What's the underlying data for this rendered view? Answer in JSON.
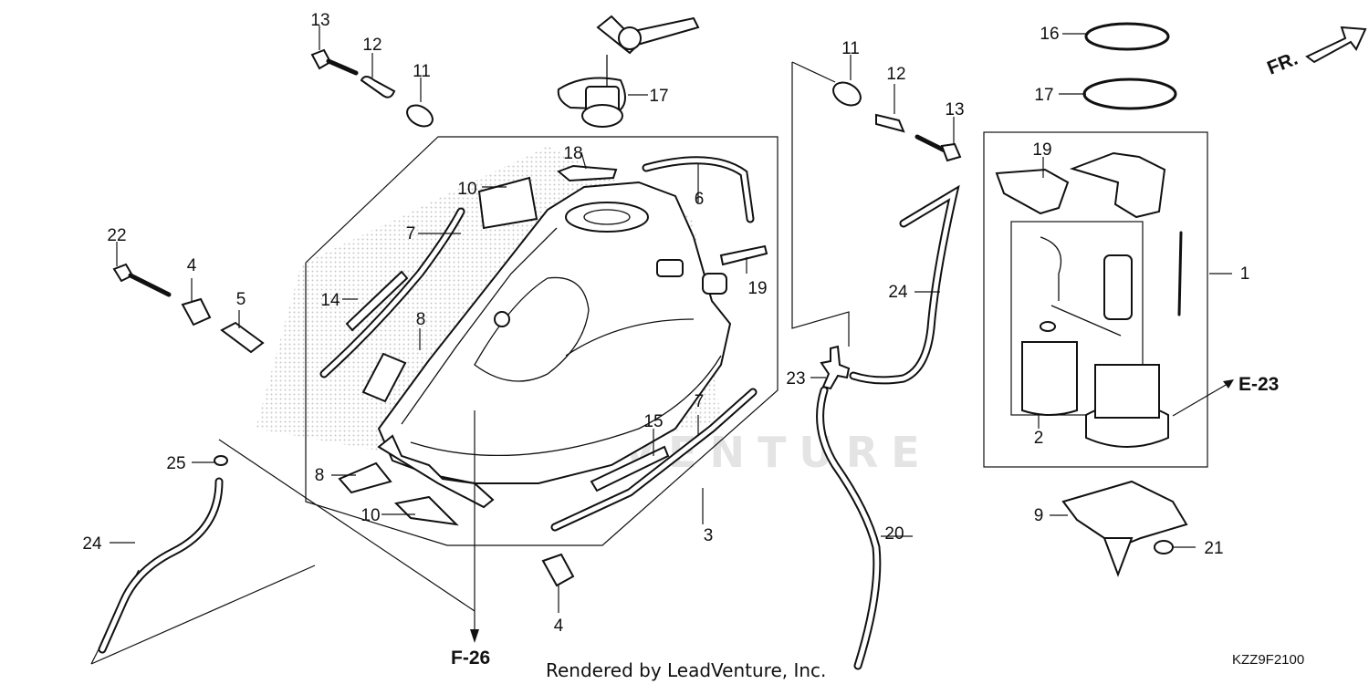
{
  "diagram": {
    "drawing_code": "KZZ9F2100",
    "credit": "Rendered by LeadVenture, Inc.",
    "watermark": "LEADVENTURE",
    "front_marker": "FR.",
    "references": [
      "E-23",
      "F-26"
    ],
    "callouts": [
      {
        "num": "1"
      },
      {
        "num": "2"
      },
      {
        "num": "3"
      },
      {
        "num": "4"
      },
      {
        "num": "4"
      },
      {
        "num": "5"
      },
      {
        "num": "6"
      },
      {
        "num": "7"
      },
      {
        "num": "7"
      },
      {
        "num": "8"
      },
      {
        "num": "8"
      },
      {
        "num": "9"
      },
      {
        "num": "10"
      },
      {
        "num": "10"
      },
      {
        "num": "11"
      },
      {
        "num": "11"
      },
      {
        "num": "12"
      },
      {
        "num": "12"
      },
      {
        "num": "13"
      },
      {
        "num": "13"
      },
      {
        "num": "14"
      },
      {
        "num": "15"
      },
      {
        "num": "16"
      },
      {
        "num": "17"
      },
      {
        "num": "17"
      },
      {
        "num": "18"
      },
      {
        "num": "19"
      },
      {
        "num": "19"
      },
      {
        "num": "20"
      },
      {
        "num": "21"
      },
      {
        "num": "22"
      },
      {
        "num": "23"
      },
      {
        "num": "24"
      },
      {
        "num": "24"
      },
      {
        "num": "25"
      }
    ]
  }
}
